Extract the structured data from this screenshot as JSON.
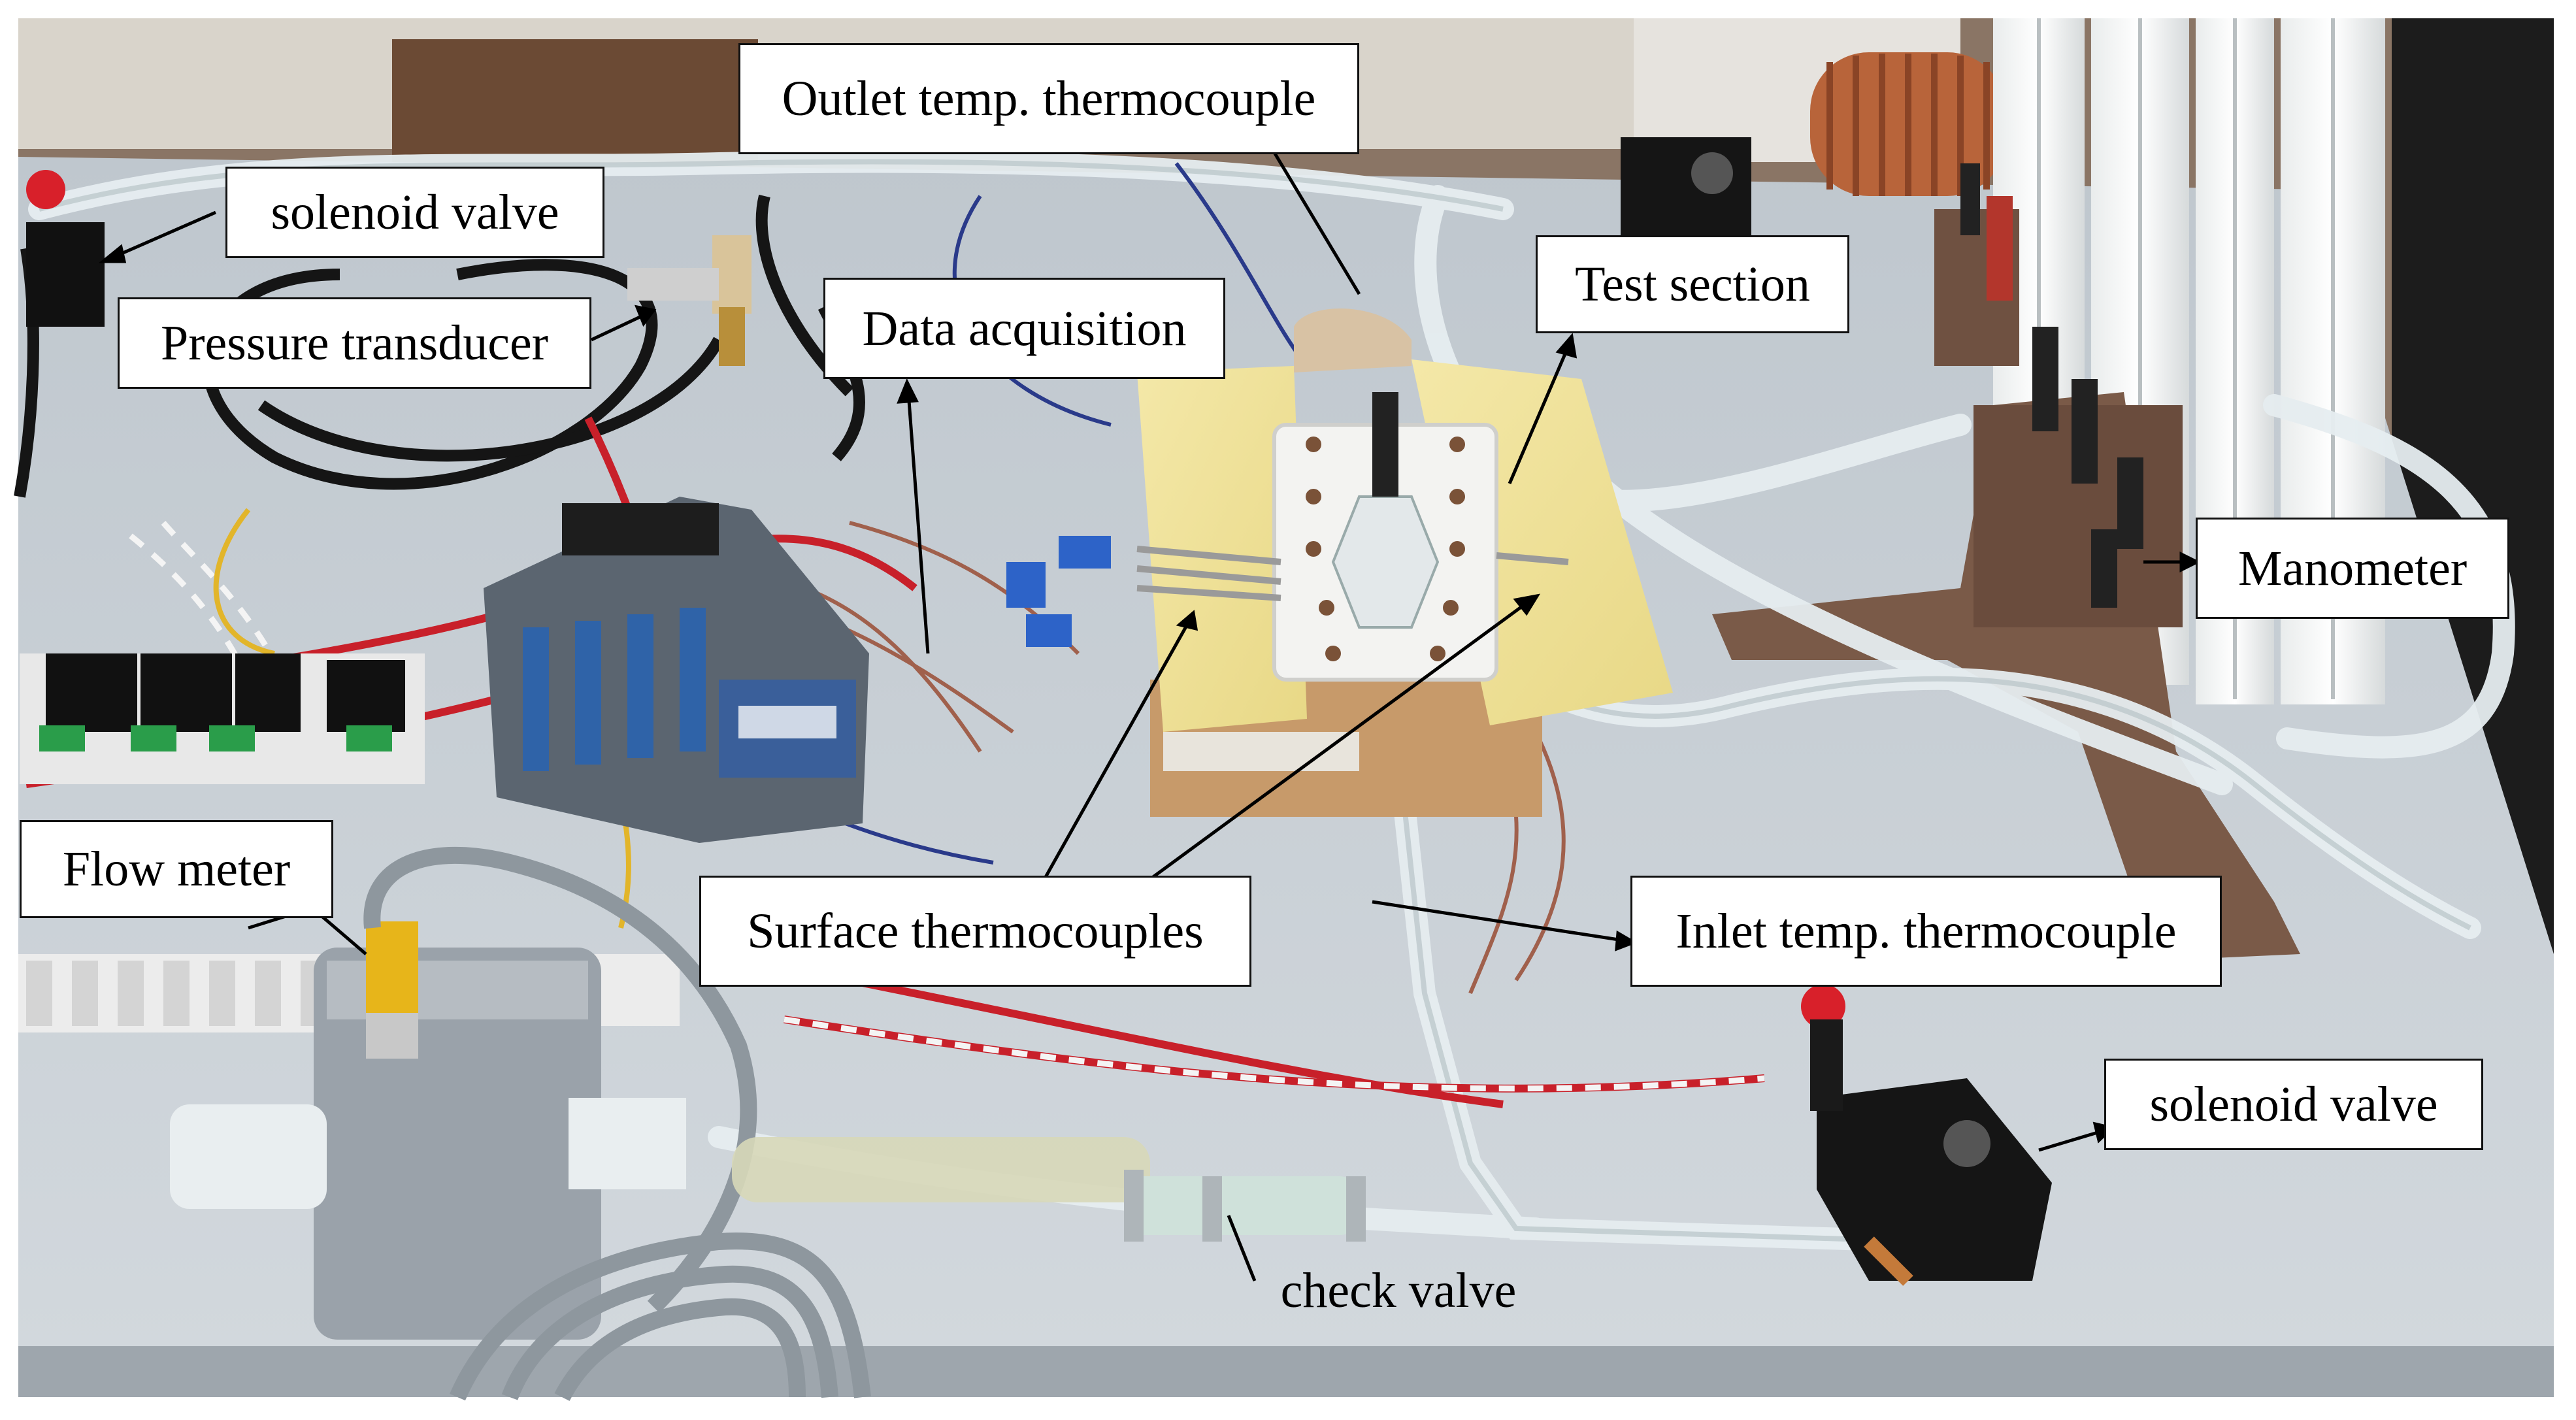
{
  "labels": {
    "solenoid_valve_top": "solenoid valve",
    "outlet_thermocouple": "Outlet temp. thermocouple",
    "pressure_transducer": "Pressure transducer",
    "data_acquisition": "Data acquisition",
    "test_section": "Test section",
    "manometer": "Manometer",
    "flow_meter": "Flow meter",
    "surface_thermocouples": "Surface thermocouples",
    "inlet_thermocouple": "Inlet temp. thermocouple",
    "solenoid_valve_bottom": "solenoid valve",
    "check_valve": "check valve"
  },
  "colors": {
    "table": "#c9d0d6",
    "floor": "#6e5a4a",
    "wall": "#d8d4cc",
    "tubing": "#dfe7ea",
    "foam": "#f1e39a",
    "acrylic": "#f2f2f0",
    "manometer_body": "#7a5a48",
    "daq_box": "#4a5560",
    "wire_red": "#c8202a",
    "wire_black": "#1a1a1a",
    "flow_meter_body": "#9aa2aa",
    "cable_gray": "#8e979e"
  }
}
